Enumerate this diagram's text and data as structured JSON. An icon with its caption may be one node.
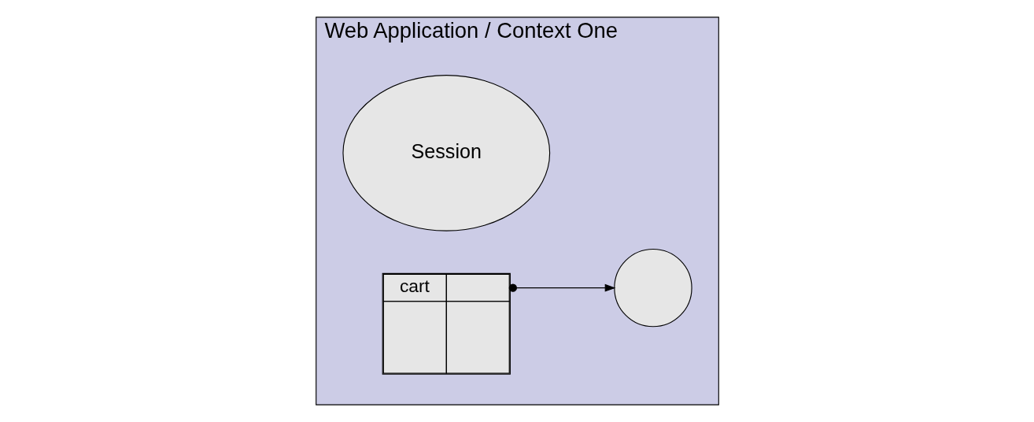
{
  "diagram": {
    "nodes": [
      {
        "text": [
          "Web Application / Context One"
        ]
      },
      {
        "text": [
          "Session"
        ],
        "in": 0
      },
      {
        "text": [
          "cart"
        ],
        "in": 0
      },
      {
        "text": [],
        "shape": "circle",
        "in": 0
      }
    ],
    "edges": [
      {
        "from": 2,
        "to": 3,
        "arrow": "to"
      }
    ]
  }
}
